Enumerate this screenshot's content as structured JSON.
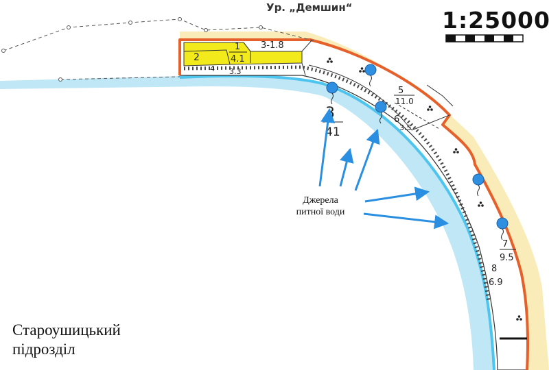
{
  "map": {
    "scale": "1:25000",
    "tract_name": "Ур. „Демшин“",
    "springs_label_line1": "Джерела",
    "springs_label_line2": "питної води",
    "division_line1": "Староушицький",
    "division_line2": "підрозділ",
    "plots": [
      {
        "number": "1",
        "area": "4.1"
      },
      {
        "number": "2",
        "area": ""
      },
      {
        "number": "3-1.8",
        "area": ""
      },
      {
        "number": "4",
        "area": "3.3"
      },
      {
        "number": "3",
        "area": "41"
      },
      {
        "number": "5",
        "area": "11.0"
      },
      {
        "number": "6",
        "area": "3.5"
      },
      {
        "number": "7",
        "area": "9.5"
      },
      {
        "number": "8",
        "area": "6.9"
      }
    ],
    "colors": {
      "water": "#8fd6ef",
      "boundary": "#e5602a",
      "halo": "#f7e7a6",
      "yellow_plot": "#f2ea1a",
      "spring_marker": "#2f8fe0",
      "arrow": "#2a8fe0"
    },
    "icons": [
      "spring-marker-icon",
      "tree-symbol-icon",
      "scale-bar-icon"
    ]
  }
}
